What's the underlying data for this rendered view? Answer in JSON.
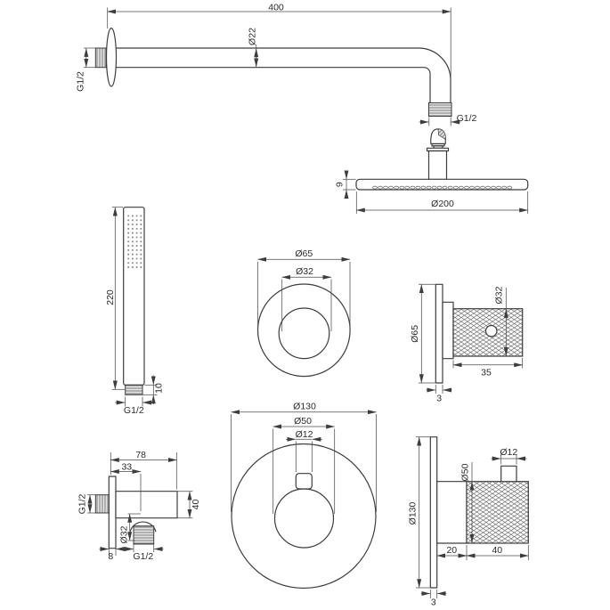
{
  "drawing": {
    "product": "shower-set-technical-drawing",
    "background": "#ffffff",
    "line_color": "#3d3d3d",
    "views": {
      "arm": {
        "length": "400",
        "diameter": "Ø22",
        "wall_thread": "G1/2",
        "head_thread": "G1/2",
        "head_thickness": "9",
        "head_diameter": "Ø200"
      },
      "hand_shower": {
        "length": "220",
        "base_height": "10",
        "thread": "G1/2"
      },
      "valve_small_front": {
        "outer_diameter": "Ø65",
        "inner_diameter": "Ø32"
      },
      "valve_small_side": {
        "plate_diameter": "Ø65",
        "knob_diameter": "Ø32",
        "knob_length": "35",
        "plate_thickness": "3"
      },
      "wall_outlet": {
        "width": "78",
        "outlet_offset": "33",
        "inlet_thread": "G1/2",
        "boss_diameter": "Ø32",
        "body_height": "40",
        "plate_thickness": "8",
        "outlet_thread": "G1/2"
      },
      "valve_large_front": {
        "outer_diameter": "Ø130",
        "inner_diameter": "Ø50",
        "lever_diameter": "Ø12"
      },
      "valve_large_side": {
        "plate_diameter": "Ø130",
        "lever_diameter": "Ø12",
        "knob_diameter": "Ø50",
        "base_length": "20",
        "knob_length": "40",
        "plate_thickness": "3"
      }
    }
  }
}
